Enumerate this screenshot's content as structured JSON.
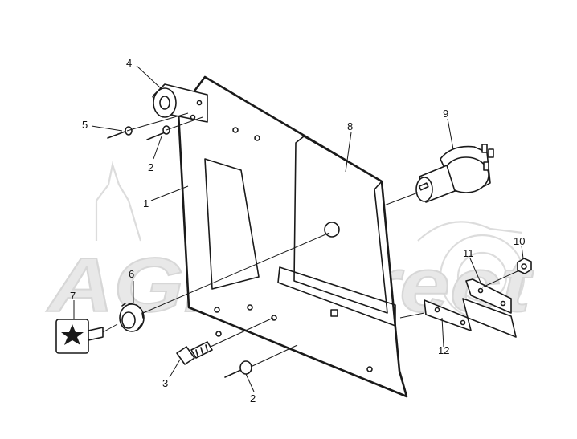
{
  "watermark": {
    "text": "AGRIDirect"
  },
  "callouts": [
    {
      "id": "c1",
      "label": "1"
    },
    {
      "id": "c2a",
      "label": "2"
    },
    {
      "id": "c2b",
      "label": "2"
    },
    {
      "id": "c3",
      "label": "3"
    },
    {
      "id": "c4",
      "label": "4"
    },
    {
      "id": "c5",
      "label": "5"
    },
    {
      "id": "c6",
      "label": "6"
    },
    {
      "id": "c7",
      "label": "7"
    },
    {
      "id": "c8",
      "label": "8"
    },
    {
      "id": "c9",
      "label": "9"
    },
    {
      "id": "c10",
      "label": "10"
    },
    {
      "id": "c11",
      "label": "11"
    },
    {
      "id": "c12",
      "label": "12"
    }
  ]
}
